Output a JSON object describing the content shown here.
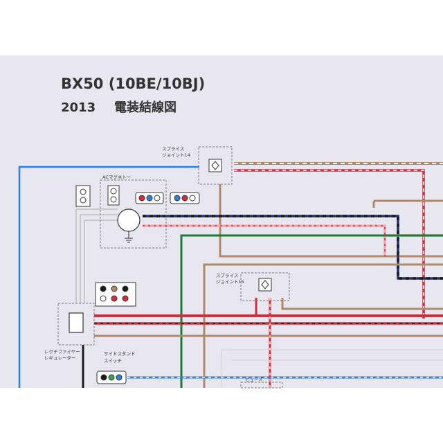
{
  "header": {
    "model": "BX50 (10BE/10BJ)",
    "year": "2013",
    "doc_title": "電装結線図"
  },
  "components": {
    "splice14": {
      "line1": "スプライス",
      "line2": "ジョイント14"
    },
    "splice15": {
      "line1": "スプライス",
      "line2": "ジョイント15"
    },
    "magneto": {
      "label": "ACマグネトー"
    },
    "rectifier": {
      "line1": "レクチファイヤー",
      "line2": "レギュレーター"
    },
    "sidestand": {
      "line1": "サイドスタンド",
      "line2": "スイッチ"
    },
    "fuse": {
      "label": "ヒューズ"
    }
  },
  "colors": {
    "paper": "#e8e7ef",
    "background": "#ffffff",
    "blue": "#2e7fe0",
    "brown": "#b08a68",
    "red": "#d22d3a",
    "green": "#1e7a36",
    "black": "#1a1a1a",
    "dark_blue": "#23306e",
    "pink": "#f1a9b4",
    "gray": "#b7b7b7",
    "connector_black": "#1a1a1a",
    "connector_brown": "#b08a68",
    "connector_red": "#d22d3a",
    "connector_blue": "#2e7fe0",
    "connector_green": "#36a24b"
  }
}
